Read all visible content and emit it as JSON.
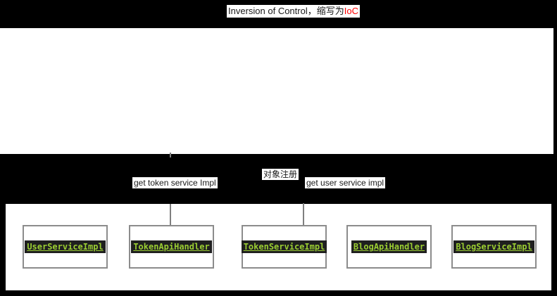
{
  "title": {
    "prefix": "Inversion of Control，缩写为",
    "highlight": "IoC"
  },
  "annotations": {
    "get_token": "get token service Impl",
    "register": "对象注册",
    "get_user": "get user service impl"
  },
  "bottom_panel": {
    "boxes": [
      {
        "label": "UserServiceImpl"
      },
      {
        "label": "TokenApiHandler"
      },
      {
        "label": "TokenServiceImpl"
      },
      {
        "label": "BlogApiHandler"
      },
      {
        "label": "BlogServiceImpl"
      }
    ]
  },
  "colors": {
    "background": "#000000",
    "accent_red": "#FF0000",
    "code_green": "#9ACD32",
    "code_bg": "#1F1F1F",
    "box_border": "#8C8C8C",
    "connector": "#7F7F7F",
    "panel_white": "#FFFFFF"
  }
}
